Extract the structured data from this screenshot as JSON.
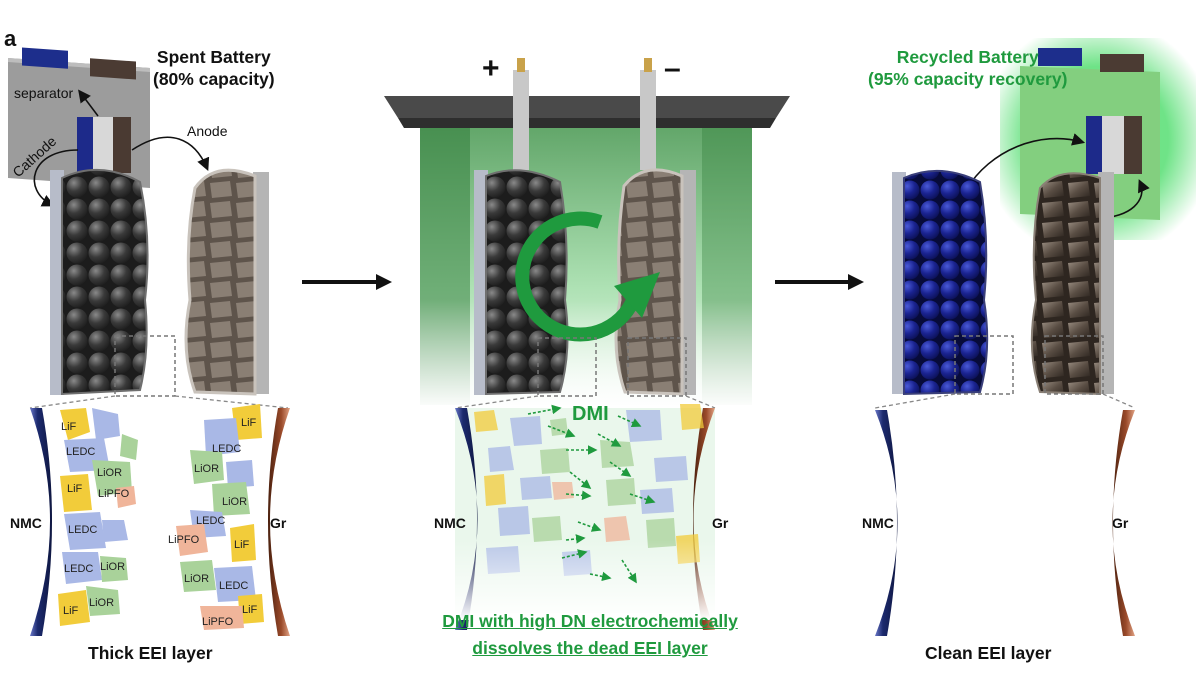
{
  "panel_letter": "a",
  "spent": {
    "title_line1": "Spent Battery",
    "title_line2": "(80% capacity)"
  },
  "recycled": {
    "title_line1": "Recycled Battery",
    "title_line2": "(95% capacity recovery)"
  },
  "labels": {
    "separator": "separator",
    "cathode": "Cathode",
    "anode": "Anode",
    "plus": "+",
    "minus": "–",
    "dmi": "DMI",
    "nmc": "NMC",
    "gr": "Gr"
  },
  "species": {
    "lif": "LiF",
    "ledc": "LEDC",
    "lior": "LiOR",
    "lipfo": "LiPFO"
  },
  "captions": {
    "left": "Thick EEI layer",
    "middle_line1": "DMI with high DN electrochemically",
    "middle_line2": "dissolves the dead EEI layer",
    "right": "Clean EEI layer"
  },
  "colors": {
    "green_accent": "#1f9a3e",
    "cathode_blue": "#1e2a8a",
    "anode_brown": "#5a4a3f",
    "ledc": "#a9b8e6",
    "lif": "#f2cc3a",
    "lior": "#a9d29a",
    "lipfo": "#f0b59a",
    "electrolyte_green": "#8fd69a"
  },
  "icons": [
    "circular-arrow-icon",
    "right-arrow-icon",
    "dashed-arrow-icon"
  ]
}
